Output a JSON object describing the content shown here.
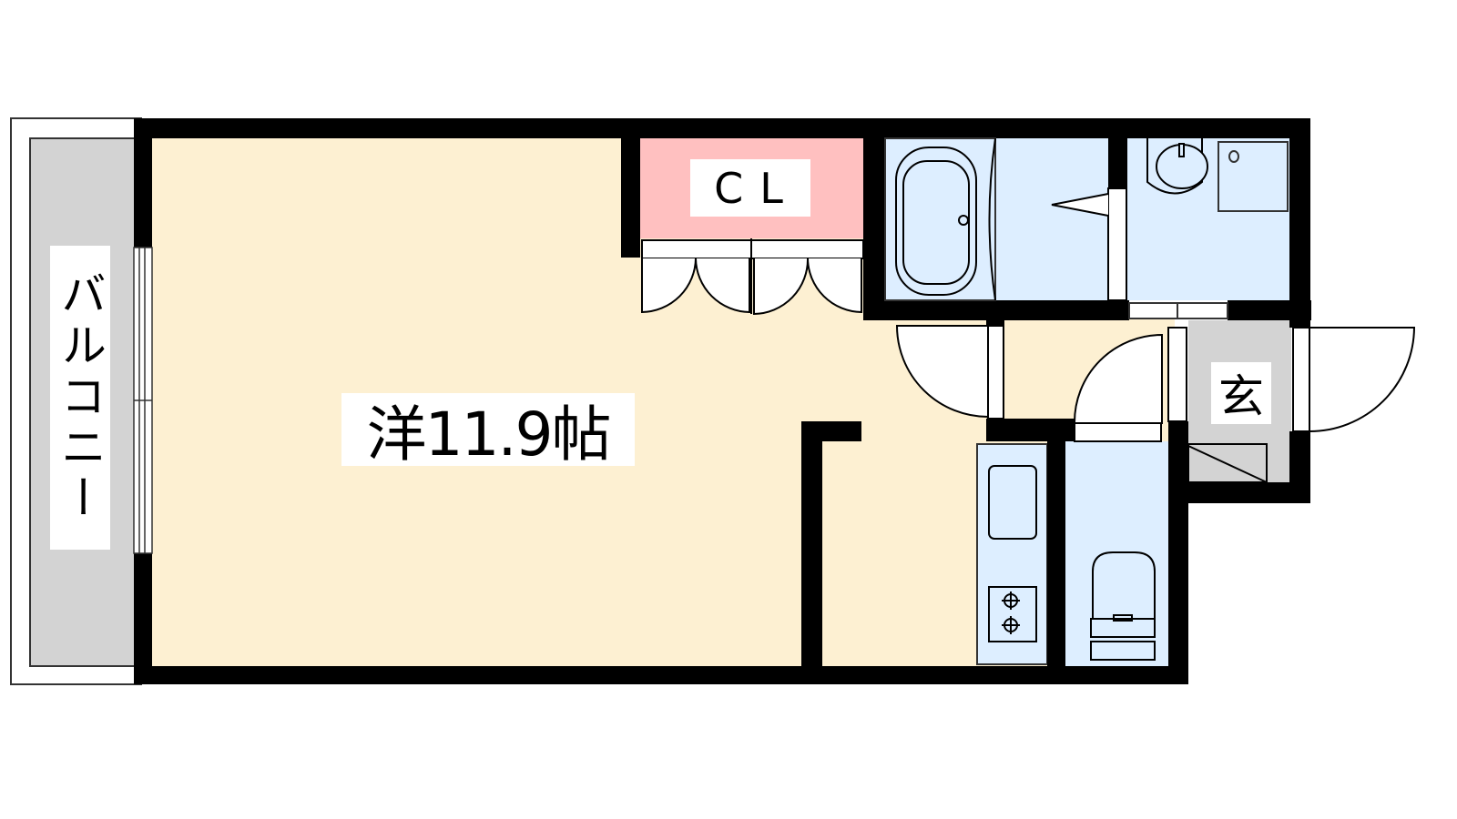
{
  "rooms": {
    "main_room": "洋11.9帖",
    "closet": "CL",
    "balcony": "バルコニー",
    "entrance": "玄"
  },
  "colors": {
    "wall": "#000000",
    "western_room": "#FDF0D2",
    "closet": "#FFC0C0",
    "wet_area": "#DDEEFF",
    "balcony_entrance": "#D3D3D3"
  }
}
